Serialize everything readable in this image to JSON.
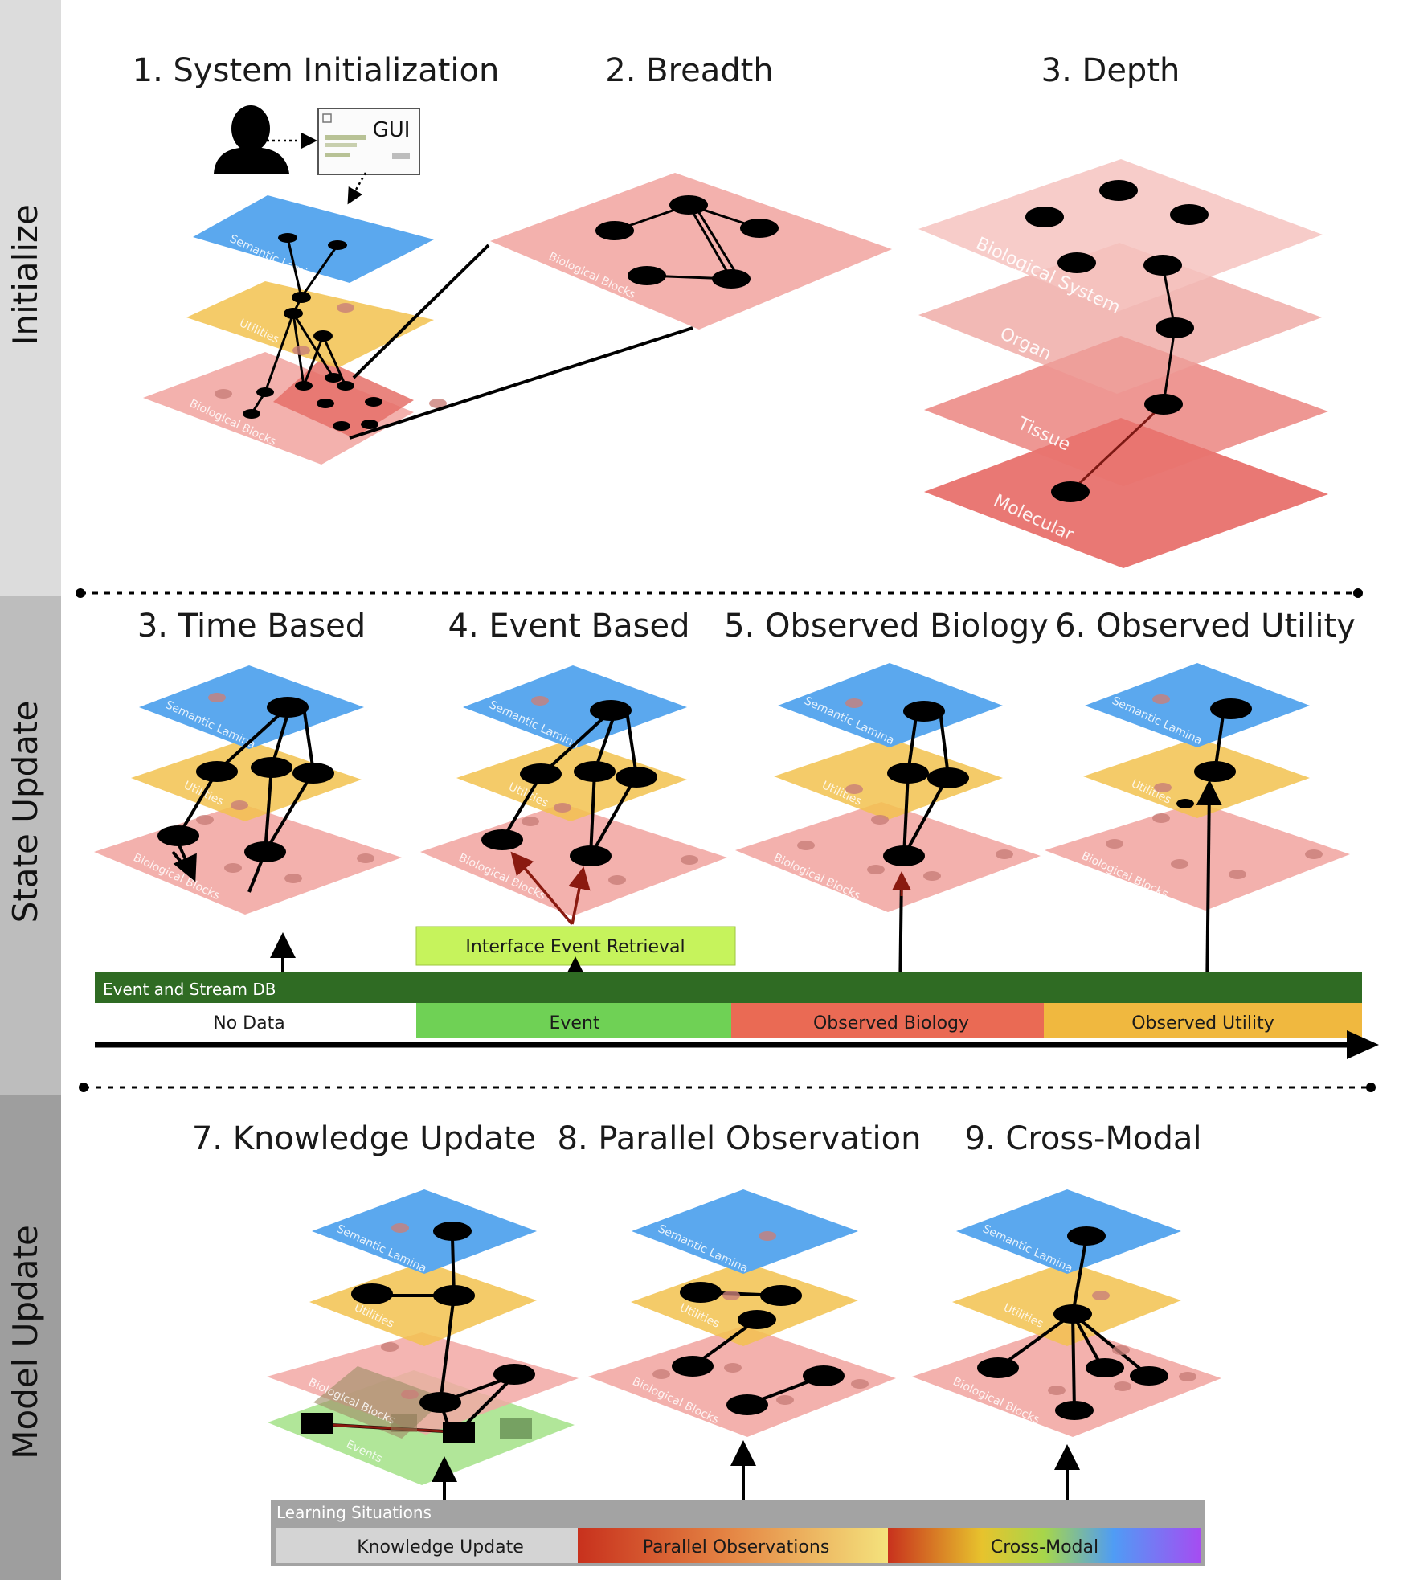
{
  "sections": [
    {
      "label": "Initialize",
      "color": "#dcdcdc"
    },
    {
      "label": "State Update",
      "color": "#bdbdbd"
    },
    {
      "label": "Model Update",
      "color": "#9e9e9e"
    }
  ],
  "titles": {
    "system_init": "1. System Initialization",
    "breadth": "2. Breadth",
    "depth": "3. Depth",
    "time_based": "3. Time Based",
    "event_based": "4. Event Based",
    "observed_biology": "5. Observed Biology",
    "observed_utility": "6. Observed Utility",
    "knowledge_update": "7. Knowledge Update",
    "parallel_observation": "8. Parallel Observation",
    "cross_modal": "9. Cross-Modal"
  },
  "gui_label": "GUI",
  "layers": {
    "semantic": "Semantic Lamina",
    "utilities": "Utilities",
    "bio": "Biological Blocks",
    "events": "Events",
    "system": "Biological System",
    "organ": "Organ",
    "tissue": "Tissue",
    "molecular": "Molecular"
  },
  "timeline": {
    "interface_label": "Interface Event Retrieval",
    "db_label": "Event and Stream DB",
    "segments": [
      "No Data",
      "Event",
      "Observed Biology",
      "Observed Utility"
    ]
  },
  "learning": {
    "label": "Learning Situations",
    "segments": [
      "Knowledge Update",
      "Parallel Observations",
      "Cross-Modal"
    ]
  },
  "colors": {
    "semantic": "#5ba8ee",
    "utilities": "#f2c24f",
    "bio": "#f2a8a4",
    "events": "#a8e38e",
    "db_green": "#2f6b23",
    "interface_lime": "#c6f35c",
    "event_green": "#6fd155",
    "obs_bio": "#ea6a54",
    "obs_util": "#f0b83f"
  }
}
